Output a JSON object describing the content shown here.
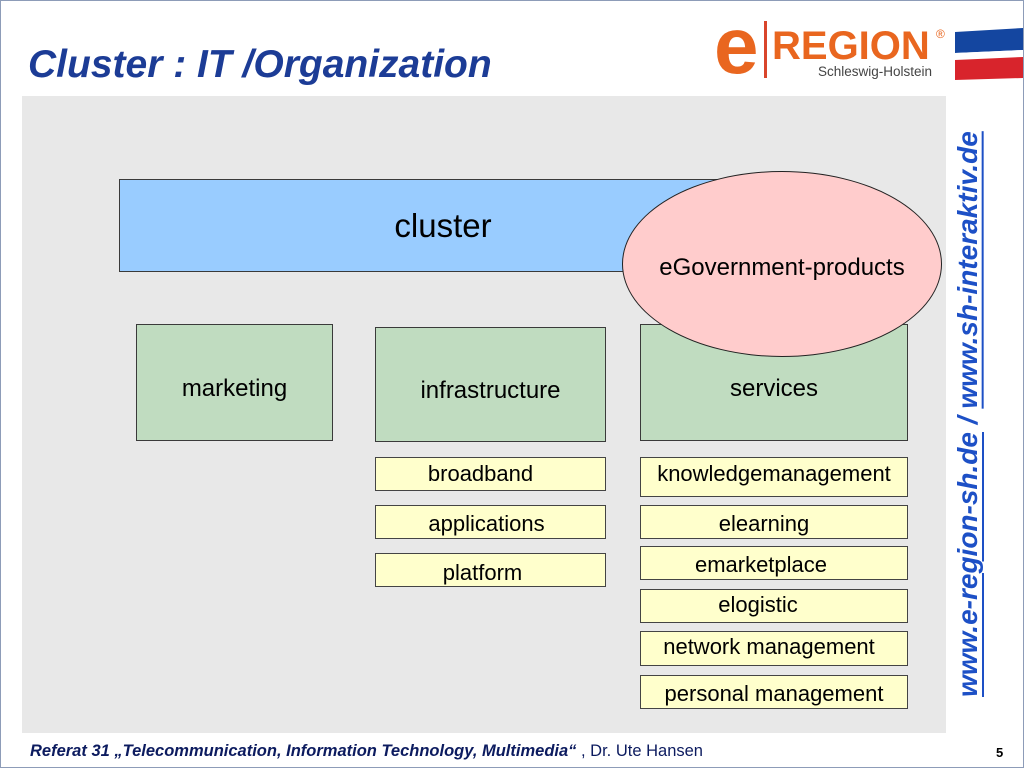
{
  "slide": {
    "title": "Cluster : IT /Organization",
    "page_number": "5"
  },
  "logo": {
    "brand_e": "e",
    "brand_name": "REGION",
    "registered": "®",
    "subtitle": "Schleswig-Holstein"
  },
  "diagram": {
    "cluster": "cluster",
    "products": "eGovernment-products",
    "units": [
      "marketing",
      "infrastructure",
      "services"
    ],
    "infrastructure_items": [
      "broadband",
      "applications",
      "platform"
    ],
    "services_items": [
      "knowledgemanagement",
      "elearning",
      "emarketplace",
      "elogistic",
      "network management",
      "personal management"
    ]
  },
  "links": {
    "e_region": "www.e-region-sh.de",
    "separator": "/",
    "sh_interaktiv": "www.sh-interaktiv.de"
  },
  "footer": {
    "series": "Referat 31 „Telecommunication, Information Technology, Multimedia“",
    "author": ", Dr. Ute Hansen"
  },
  "icons": {
    "logo": "eregion-logo",
    "flag": "schleswig-holstein-flag"
  },
  "colors": {
    "title": "#1c3c96",
    "link": "#1d50c6",
    "footer": "#0c1b5f",
    "panel": "#e8e8e8",
    "cluster_fill": "#99ccff",
    "ellipse_fill": "#ffcccc",
    "unit_fill": "#c0dcc0",
    "item_fill": "#ffffcc",
    "logo_orange": "#e9661f",
    "logo_red": "#d9452b",
    "flag_blue": "#1446a0",
    "flag_red": "#d8242c"
  }
}
